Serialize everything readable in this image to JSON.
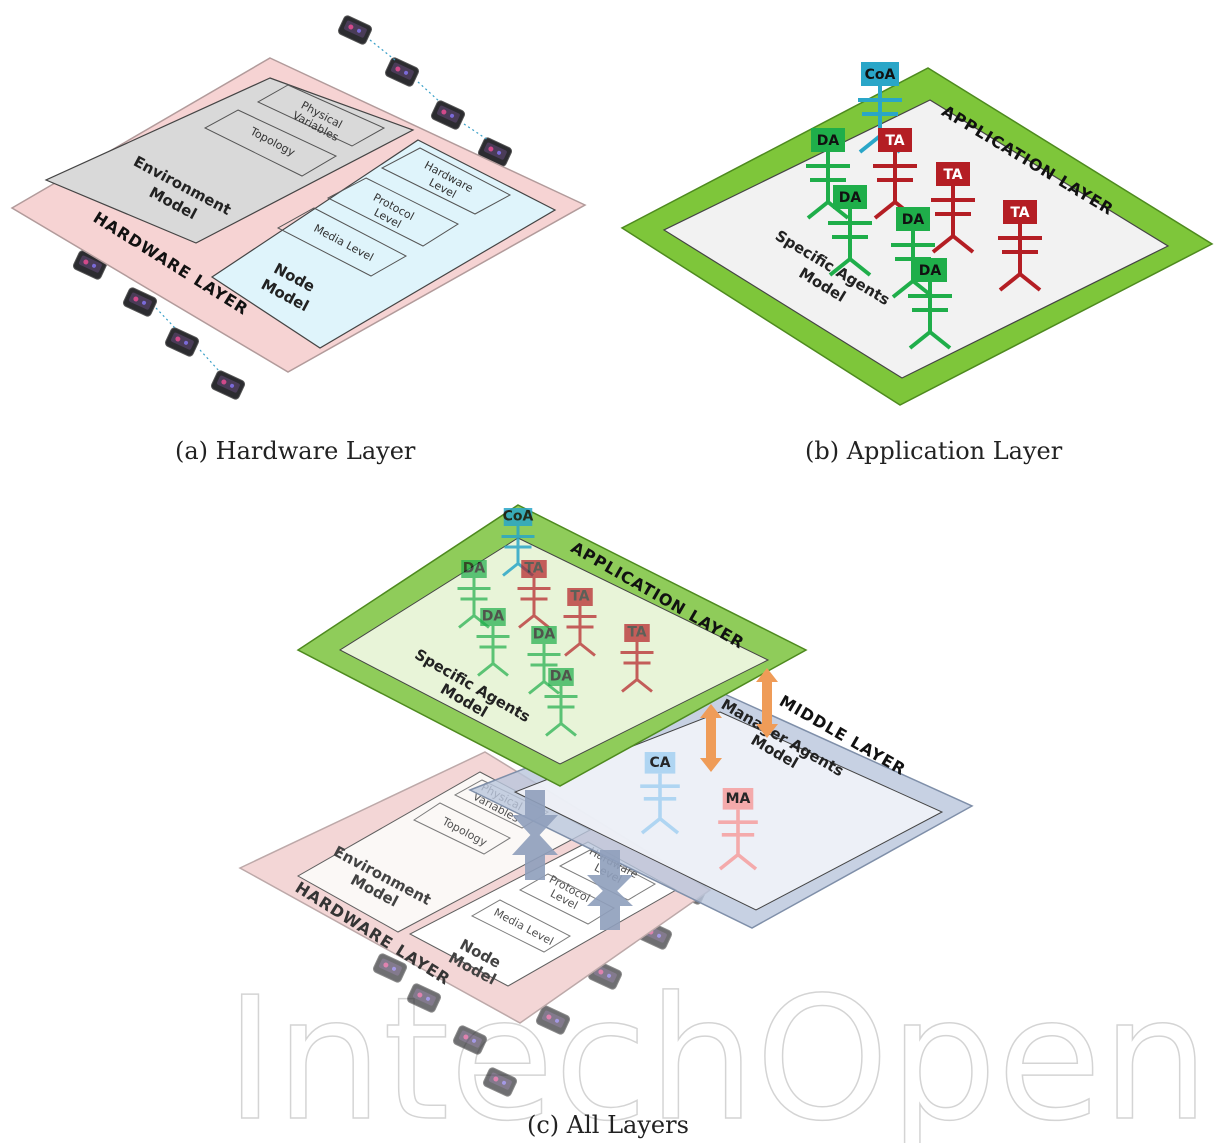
{
  "captions": {
    "a": "(a)  Hardware Layer",
    "b": "(b)  Application Layer",
    "c": "(c)  All Layers"
  },
  "hardware_layer": {
    "title": "HARDWARE  LAYER",
    "environment_model": [
      "Environment",
      "Model"
    ],
    "node_model": [
      "Node",
      "Model"
    ],
    "boxes": {
      "physical": [
        "Physical",
        "Variables"
      ],
      "topology": "Topology",
      "hardware_level": [
        "Hardware",
        "Level"
      ],
      "protocol_level": [
        "Protocol",
        "Level"
      ],
      "media_level": "Media Level"
    }
  },
  "application_layer": {
    "title": "APPLICATION LAYER",
    "model": [
      "Specific Agents",
      "Model"
    ],
    "agents": {
      "coa": "CoA",
      "da": "DA",
      "ta": "TA"
    }
  },
  "middle_layer": {
    "title": "MIDDLE LAYER",
    "model": [
      "Manager Agents",
      "Model"
    ],
    "agents": {
      "ca": "CA",
      "ma": "MA"
    }
  },
  "watermark": "IntechOpen",
  "colors": {
    "hw_border": "#f5d0d0",
    "hw_env": "#d9d9d9",
    "hw_node": "#dff2f8",
    "app_border": "#7ec63a",
    "app_inner": "#f2f2f2",
    "mid_border": "#aabbd6",
    "da": "#1fae4a",
    "ta": "#b41e24",
    "coa": "#2aa6c8",
    "ca": "#a9d3f2",
    "ma": "#f5a3a3",
    "arrow_orange": "#f0a05a",
    "arrow_blue": "#8f9fbc"
  },
  "icons": [
    "sensor-node-icon",
    "agent-stick-figure-icon",
    "bidirectional-arrow-icon"
  ]
}
